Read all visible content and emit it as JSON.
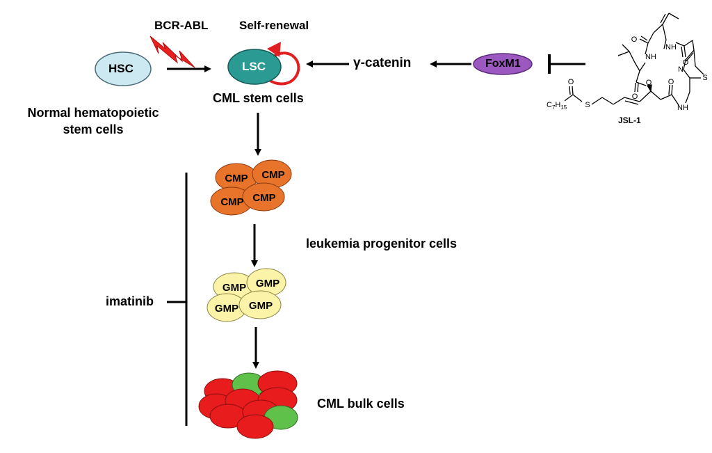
{
  "labels": {
    "bcr_abl": "BCR-ABL",
    "self_renewal": "Self-renewal",
    "hsc": "HSC",
    "lsc": "LSC",
    "gamma_catenin": "γ-catenin",
    "foxm1": "FoxM1",
    "normal_hsc_line1": "Normal hematopoietic",
    "normal_hsc_line2": "stem cells",
    "cml_stem_cells": "CML stem cells",
    "cmp": "CMP",
    "gmp": "GMP",
    "leukemia_progenitor_cells": "leukemia progenitor cells",
    "imatinib": "imatinib",
    "cml_bulk_cells": "CML bulk cells",
    "jsl1": "JSL-1"
  },
  "structure_text": {
    "o_top_left": "O",
    "o_top_right": "O",
    "nh_upper": "NH",
    "nh_right": "NH",
    "o_mid": "O",
    "o_ester": "O",
    "o_carbonyl_low": "O",
    "o_thioester": "O",
    "n_thiazole": "N",
    "s_thiazole": "S",
    "nh_low": "NH",
    "s_chain": "S",
    "c7h15_main": "C",
    "c7h15_sub7": "7",
    "c7h15_h": "H",
    "c7h15_sub15": "15"
  },
  "colors": {
    "hsc_fill": "#cce8f0",
    "lsc_fill": "#2a9a93",
    "foxm1_fill": "#9b59c0",
    "cmp_fill": "#e8732a",
    "gmp_fill": "#fbf4a8",
    "bulk_red": "#e81c1c",
    "bulk_green": "#5fc04a",
    "bolt_red": "#e82020",
    "renewal_red": "#e02020"
  }
}
